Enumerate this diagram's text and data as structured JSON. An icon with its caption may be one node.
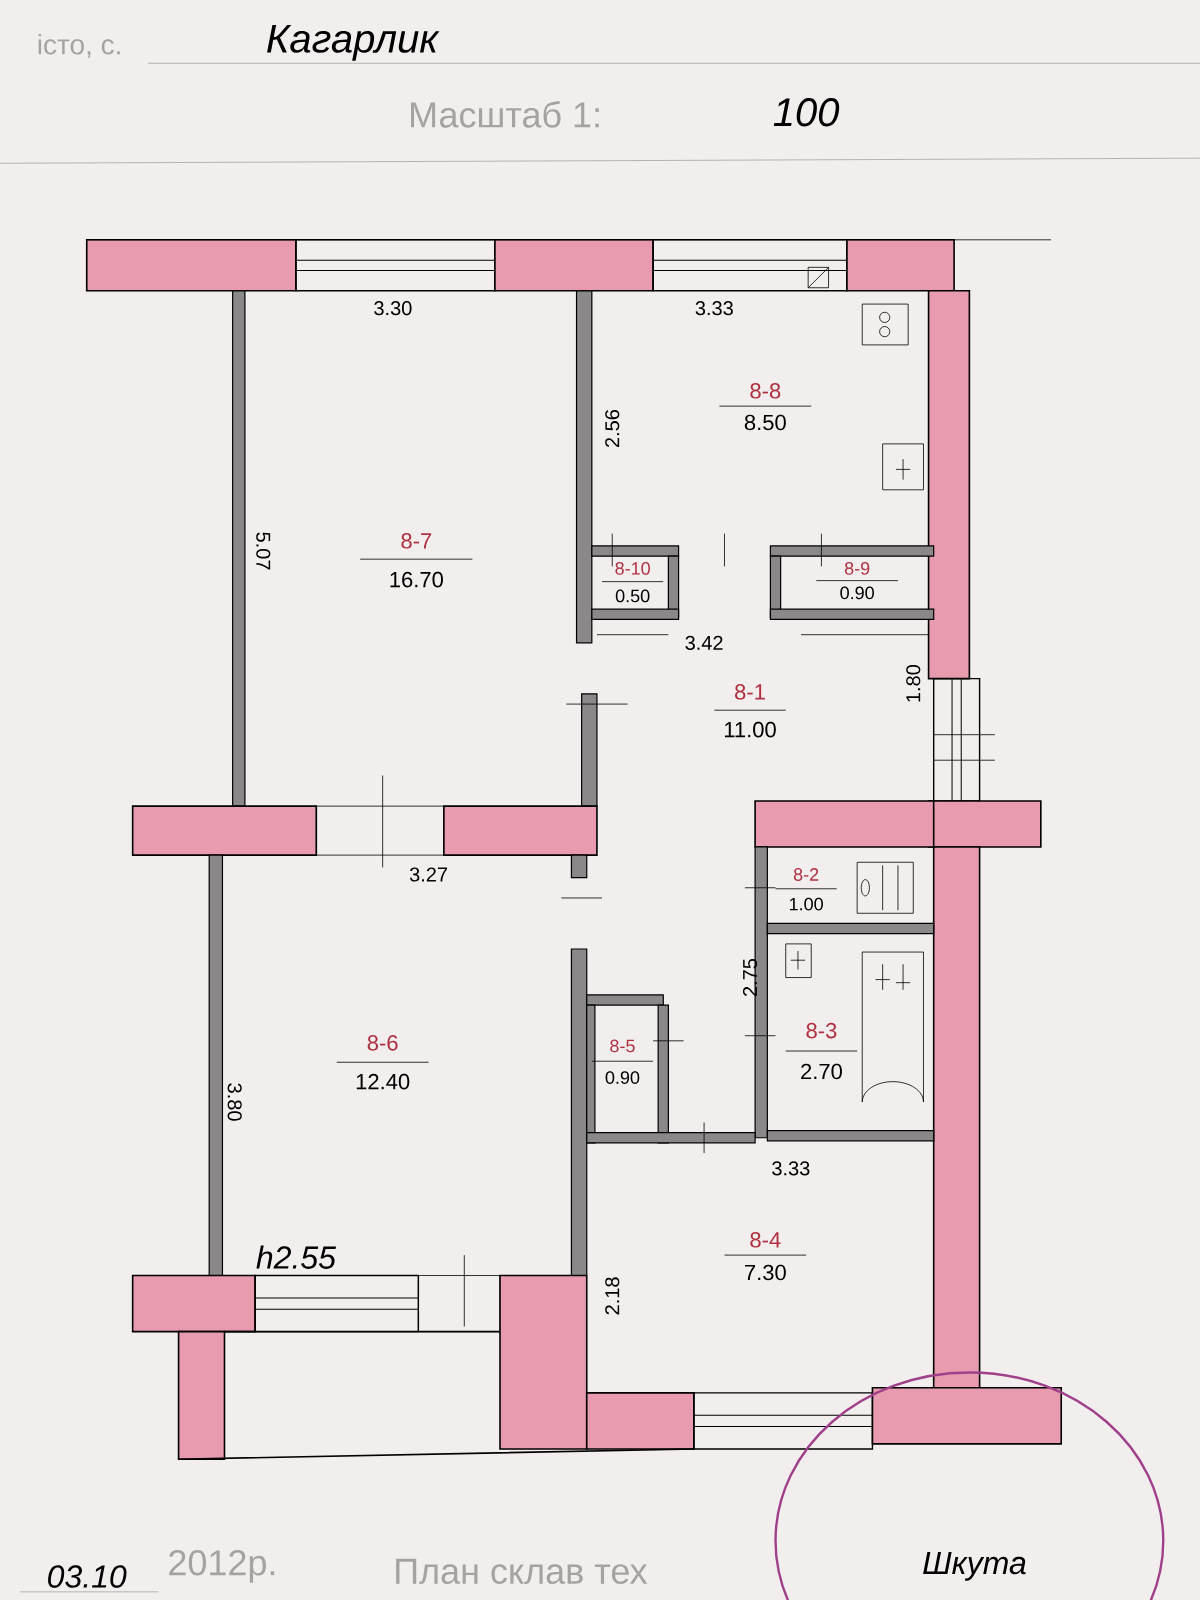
{
  "diagram": {
    "labels": [
      "істо, с.",
      "Кагарлик",
      "Масштаб 1:",
      "100",
      "3.30",
      "3.33",
      "8-8",
      "8.50",
      "2.56",
      "5.07",
      "8-7",
      "16.70",
      "8-10",
      "0.50",
      "8-9",
      "0.90",
      "3.42",
      "8-1",
      "11.00",
      "1.80",
      "3.27",
      "8-2",
      "1.00",
      "2.75",
      "8-3",
      "2.70",
      "8-5",
      "0.90",
      "8-6",
      "12.40",
      "3.80",
      "3.33",
      "8-4",
      "7.30",
      "2.18",
      "h2.55",
      "03.10",
      "2012р.",
      "План склав тех",
      "Шкута"
    ]
  }
}
